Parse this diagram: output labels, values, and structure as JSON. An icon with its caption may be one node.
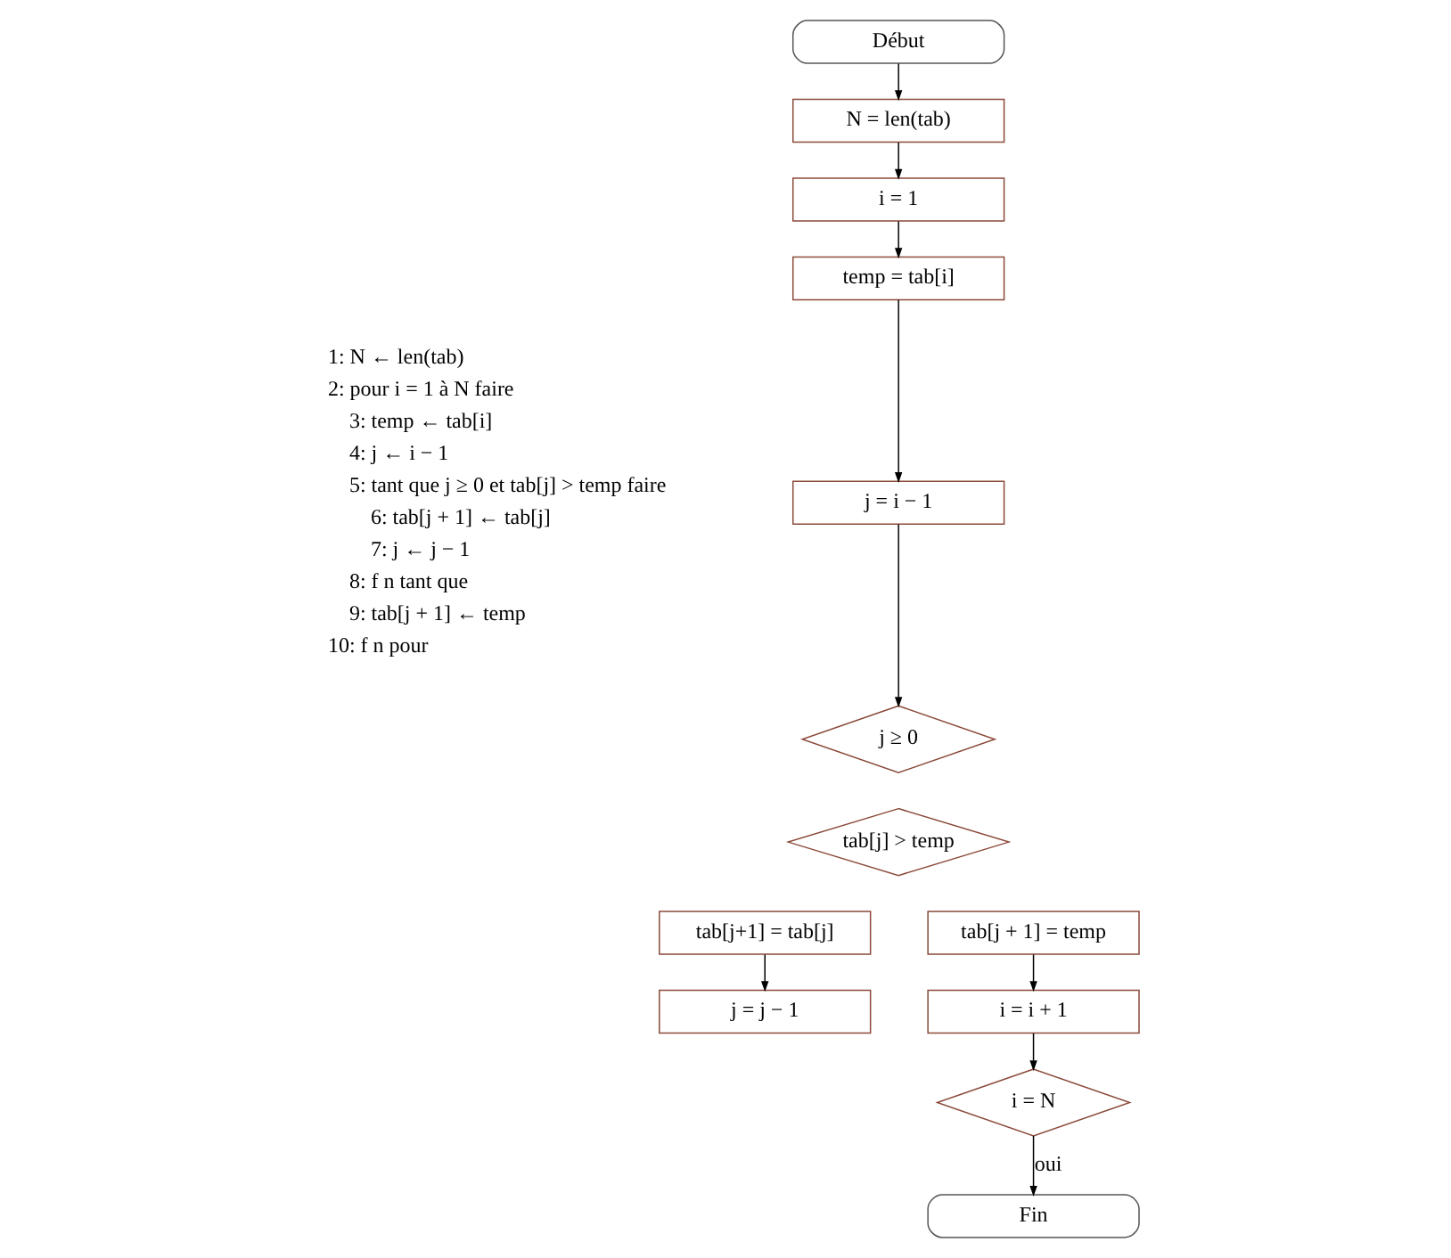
{
  "diagram": {
    "nodes": [
      {
        "text": [
          "Début"
        ]
      },
      {
        "text": [
          "N = len(tab)"
        ]
      },
      {
        "text": [
          "i = 1"
        ]
      },
      {
        "text": [
          "temp = tab[i]"
        ]
      },
      {
        "text": [
          "j = i − 1"
        ]
      },
      {
        "text": [
          "j ≥ 0"
        ]
      },
      {
        "text": [
          "tab[j] > temp"
        ]
      },
      {
        "text": [
          "tab[j+1] = tab[j]"
        ]
      },
      {
        "text": [
          "j = j − 1"
        ]
      },
      {
        "text": [
          "tab[j + 1] = temp"
        ]
      },
      {
        "text": [
          "i = i + 1"
        ]
      },
      {
        "text": [
          "i = N"
        ]
      },
      {
        "text": [
          "Fin"
        ]
      }
    ],
    "edges": [
      {
        "from": 0,
        "to": 1,
        "arrow": "to"
      },
      {
        "from": 1,
        "to": 2,
        "arrow": "to"
      },
      {
        "from": 2,
        "to": 3,
        "arrow": "to"
      },
      {
        "from": 3,
        "to": 4,
        "arrow": "to"
      },
      {
        "from": 4,
        "to": 5,
        "arrow": "to"
      },
      {
        "from": 7,
        "to": 8,
        "arrow": "to"
      },
      {
        "from": 9,
        "to": 10,
        "arrow": "to"
      },
      {
        "from": 10,
        "to": 11,
        "arrow": "to"
      },
      {
        "from": 11,
        "to": 12,
        "arrow": "to",
        "label": "oui"
      }
    ],
    "labels": [
      "1: N ← len(tab)",
      "2: pour i = 1 à N faire",
      "3: temp ← tab[i]",
      "4: j ← i − 1",
      "5: tant que j ≥ 0 et tab[j] > temp faire",
      "6: tab[j + 1] ← tab[j]",
      "7: j ← j − 1",
      "8: f n tant que",
      "9: tab[j + 1] ← temp",
      "10: f n pour"
    ]
  }
}
